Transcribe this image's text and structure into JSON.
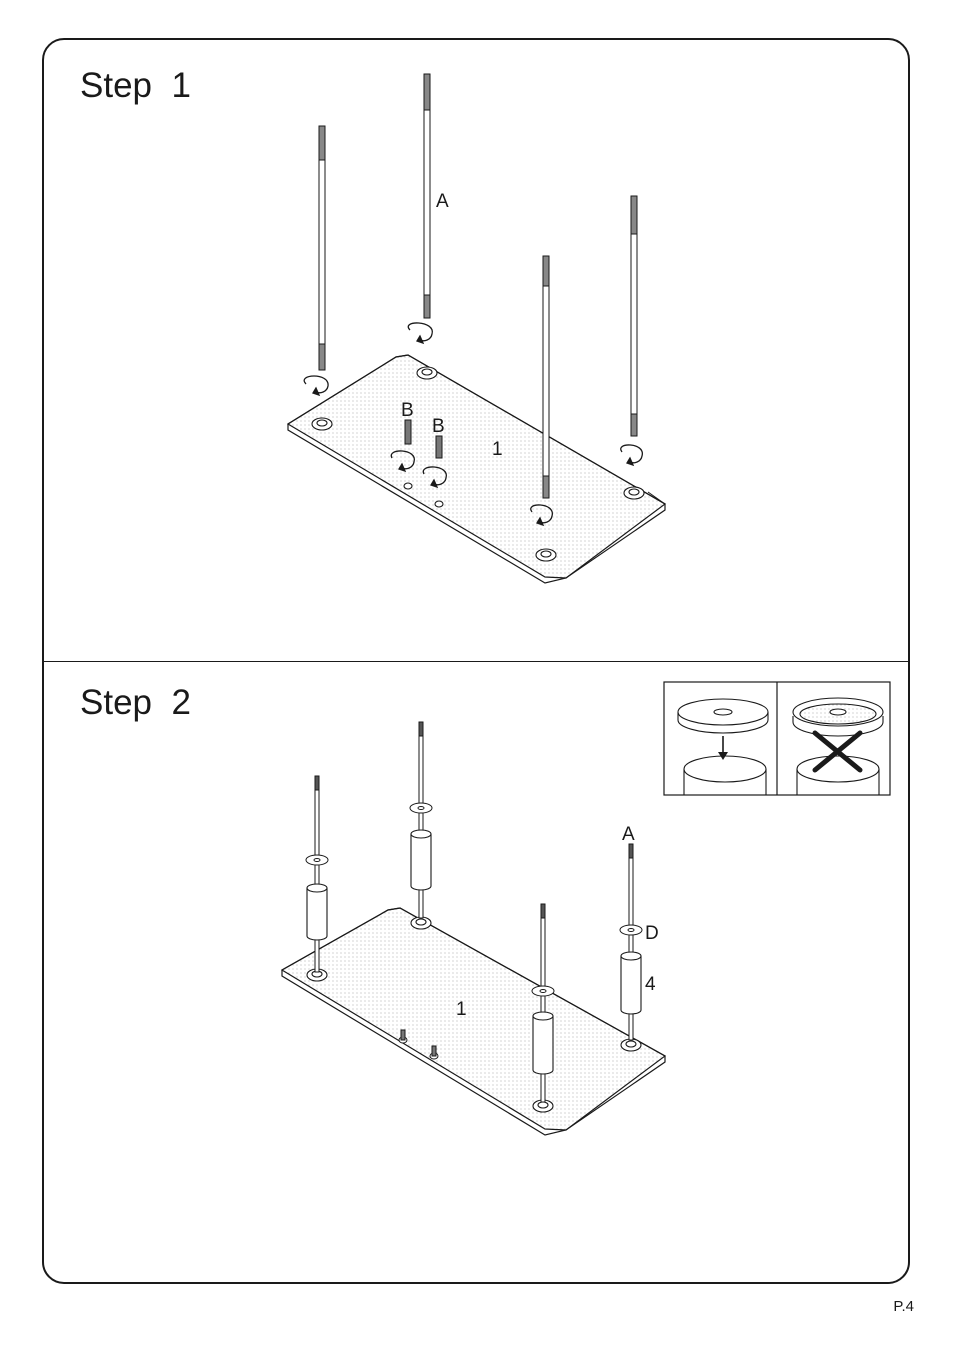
{
  "steps": [
    {
      "title": "Step  1",
      "labels": {
        "rod": "A",
        "bolt_1": "B",
        "bolt_2": "B",
        "panel": "1"
      }
    },
    {
      "title": "Step  2",
      "labels": {
        "rod": "A",
        "washer": "D",
        "tube": "4",
        "panel": "1"
      }
    }
  ],
  "page_number": "P.4",
  "icons": [
    "rotate-arrow-icon",
    "down-arrow-icon",
    "wrong-x-icon"
  ]
}
